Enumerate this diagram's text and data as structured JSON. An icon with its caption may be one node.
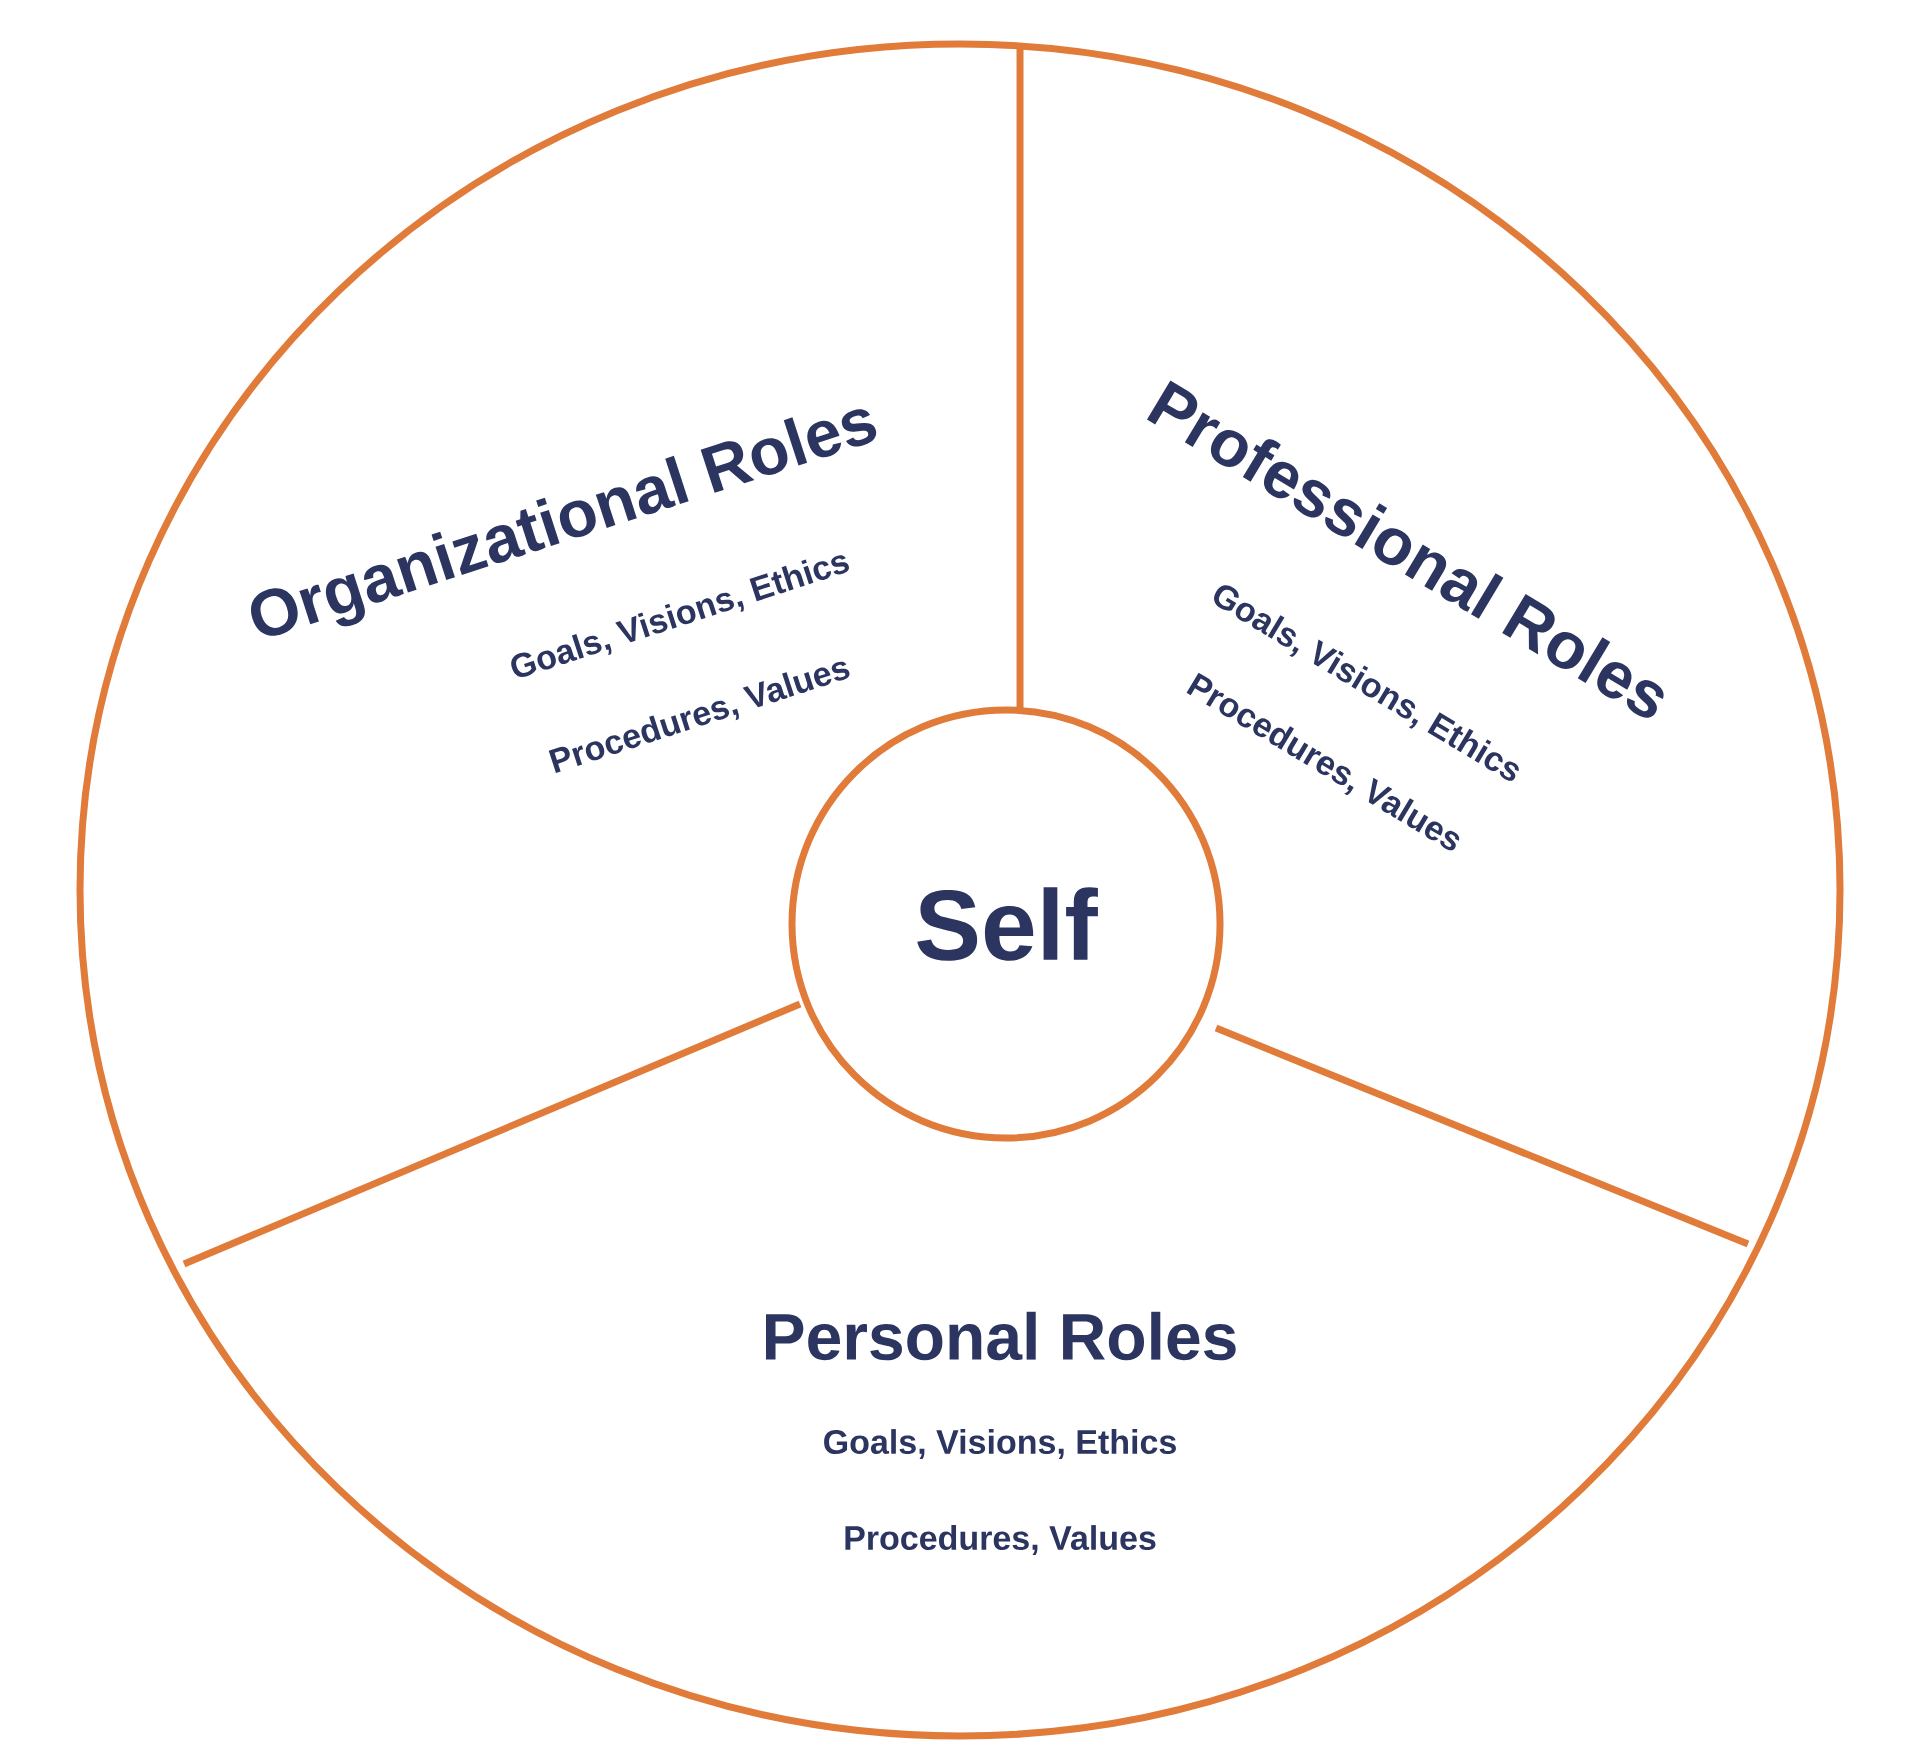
{
  "diagram": {
    "nodes": [
      {
        "text": [],
        "shape": "circle"
      },
      {
        "text": [
          "Organizational Roles",
          "Goals, Visions, Ethics",
          "Procedures, Values"
        ],
        "in": 0
      },
      {
        "text": [
          "Professional Roles",
          "Goals, Visions, Ethics",
          "Procedures, Values"
        ],
        "in": 0
      },
      {
        "text": [
          "Self"
        ],
        "in": 0
      },
      {
        "text": [
          "Personal Roles",
          "Goals, Visions, Ethics",
          "Procedures, Values"
        ],
        "in": 0
      }
    ]
  }
}
